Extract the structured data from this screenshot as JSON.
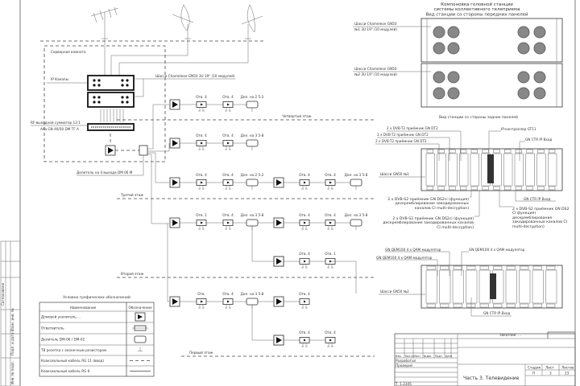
{
  "title": {
    "line1": "Компоновка головной станции",
    "line2": "системы коллективного телеприема",
    "front_view": "Вид станции со стороны передних панелей",
    "rear_view": "Вид станции со стороны задних панелей"
  },
  "server_room": {
    "label": "Серверная комната",
    "ip_channels": "IP Каналы",
    "chassis": "Шасси Chameleon GN50 3U 19\" (10 модулей)",
    "combiner_line1": "RF-выходной сумматор 12:1",
    "combiner_line2": "Alfa GN 40/50 DM TF A",
    "splitter": "Делитель на 4 выхода DM 06 M"
  },
  "front_panels": [
    {
      "line1": "Шасси Chameleon GN50",
      "line2": "№1 3U 19\" (10 модулей)"
    },
    {
      "line1": "Шасси Chameleon GN50",
      "line2": "№2 3U 19\" (10 модулей)"
    }
  ],
  "rear_chassis1": {
    "name": "Шасси GN50 №1",
    "callouts": [
      "2 x DVB-T2 приёмник GN DT2",
      "2 x DVB-T2 приёмник GN DT2",
      "2 x DVB-T2 приёмник GN DT2",
      "IP-контроллер GT11",
      "GN CTR IP Вход",
      "2 x DVB-S2 приёмник GN DS2ci (функция) дескремблирование закодированных каналов CI multi-decryption)",
      "2 x DVB-S2 приёмник GN DS2ci (функция) дескремблирование закодированных каналов CI multi-decryption)",
      "GN CTR IP Вход",
      "2 x DVB-S2 приёмник GN DS2 CI функция) дескремблирование закодированных каналов CI multi-decryption)"
    ]
  },
  "rear_chassis2": {
    "name": "Шасси GN50 №2",
    "callouts": [
      "GN QEM100 4 x QAM модулятор",
      "GN QEM100 4 x QAM модулятор",
      "GN QEM100 4 x QAM модулятор",
      "GN CTR IP Вход"
    ]
  },
  "floors": [
    "Четвертый этаж",
    "Третий этаж",
    "Второй этаж",
    "Первый этаж"
  ],
  "rows": [
    {
      "labels": [
        "Отв. 4",
        "Отв. 4",
        "Дел. на 2 5-3"
      ]
    },
    {
      "labels": [
        "Отв. 4",
        "Отв. 4",
        "Дел. на 3 5-8"
      ]
    },
    {
      "labels": [
        "Отв. 4",
        "Отв. 4",
        "Дел. на 2 5-2",
        "",
        "Отв. 4",
        "Отв. 4",
        "Дел. на 3 5-8"
      ]
    },
    {
      "labels": [
        "Отв. 1",
        "Отв. 4",
        "Дел. на 3 5-8",
        "",
        "Отв. 4",
        "Отв. 4",
        "Дел. на 3 5-8"
      ]
    },
    {
      "labels": [
        "",
        "",
        "",
        "",
        "Отв. 4",
        "Отв. 1"
      ]
    },
    {
      "labels": [
        "Отв.",
        "Отв. 4",
        "Дел. на 3 5-8",
        "",
        "Отв. 4"
      ]
    },
    {
      "labels": [
        "",
        "",
        "",
        "",
        "Отв. 4",
        "Отв. 4"
      ]
    }
  ],
  "legend": {
    "title": "Условно графических обозначений",
    "headers": [
      "Наименование",
      "Обозначение"
    ],
    "rows": [
      "Домовой усилитель ...",
      "Ответвитель",
      "Делитель DM-06 / DM-02",
      "ТВ розетка с оконечным резистором",
      "Коаксиальный кабель RG 11 (ввод)",
      "Коаксиальный кабель RG 6"
    ]
  },
  "title_block": {
    "cols": [
      "Изм.",
      "Кол.уч",
      "Лист",
      "№док",
      "Подп.",
      "Дата"
    ],
    "developed": "Разработал",
    "checked": "Проверил",
    "stage_headers": [
      "Стадия",
      "Лист",
      "Листов"
    ],
    "stage_values": [
      "П",
      "3",
      "23"
    ],
    "part": "Часть 3. Телевидение",
    "top_note": "Заказчик: ...",
    "code": "Т. 1.2345"
  },
  "side_stamp": [
    "Согласовано",
    "Взам. инв. №",
    "Подп. и дата",
    "Инв. № подл."
  ]
}
